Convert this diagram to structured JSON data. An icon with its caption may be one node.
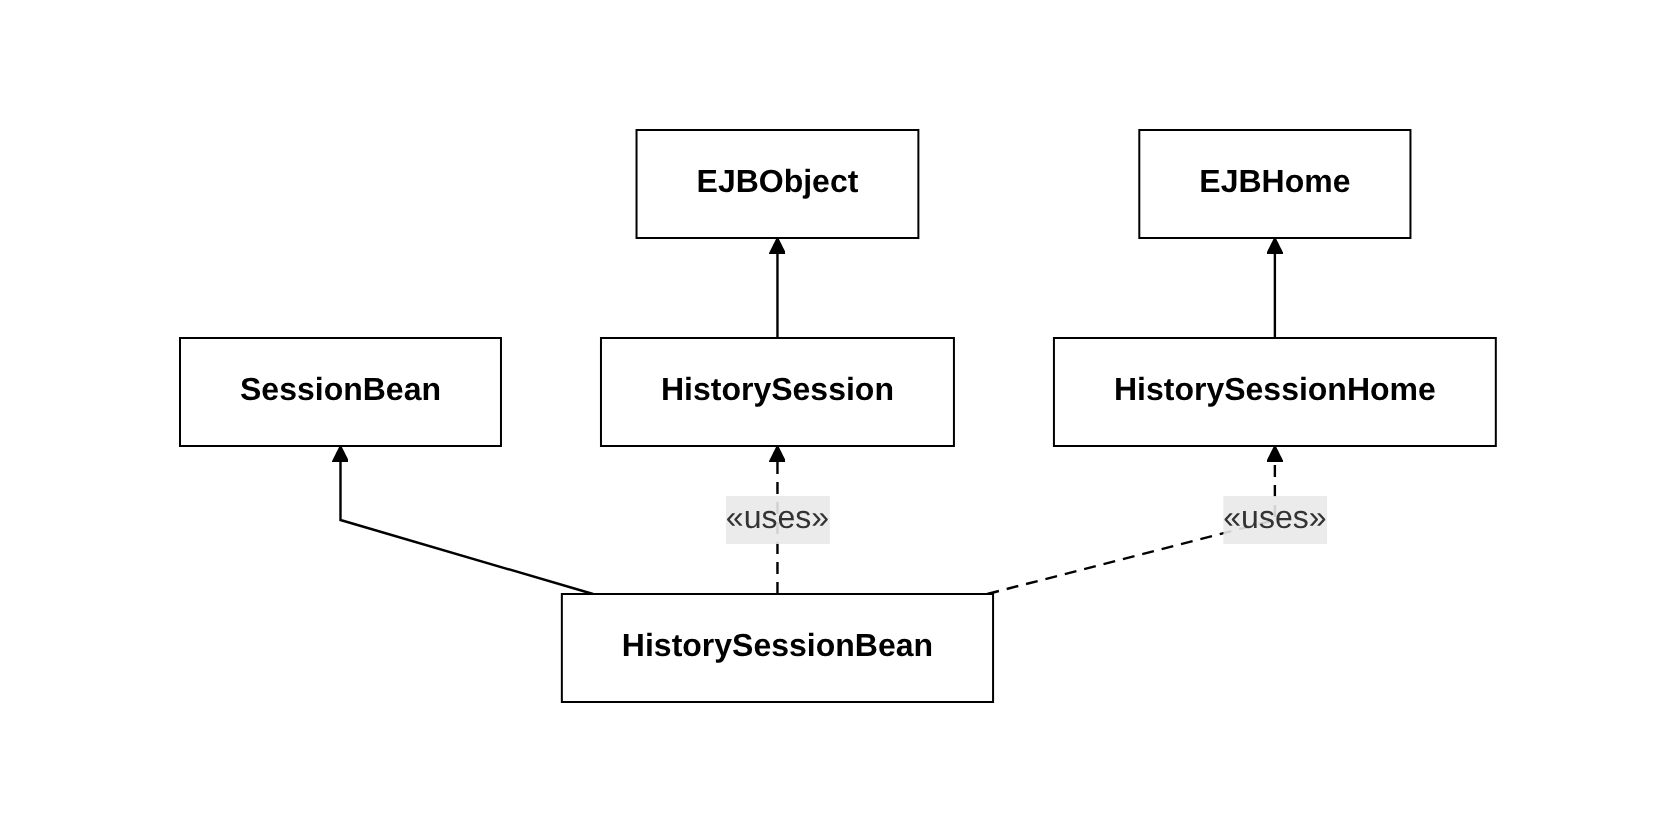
{
  "diagram": {
    "nodes": [
      {
        "text": [
          "EJBObject"
        ]
      },
      {
        "text": [
          "SessionBean"
        ]
      },
      {
        "text": [
          "EJBHome"
        ]
      },
      {
        "text": [
          "HistorySession"
        ]
      },
      {
        "text": [
          "HistorySessionBean"
        ]
      },
      {
        "text": [
          "HistorySessionHome"
        ]
      }
    ],
    "edges": [
      {
        "from": 3,
        "to": 0,
        "arrow": "to"
      },
      {
        "from": 4,
        "to": 1,
        "arrow": "to"
      },
      {
        "from": 5,
        "to": 2,
        "arrow": "to"
      },
      {
        "from": 4,
        "to": 3,
        "arrow": "to",
        "label": "«uses»",
        "style": "dashed"
      },
      {
        "from": 4,
        "to": 5,
        "arrow": "to",
        "label": "«uses»",
        "style": "dashed"
      }
    ]
  }
}
